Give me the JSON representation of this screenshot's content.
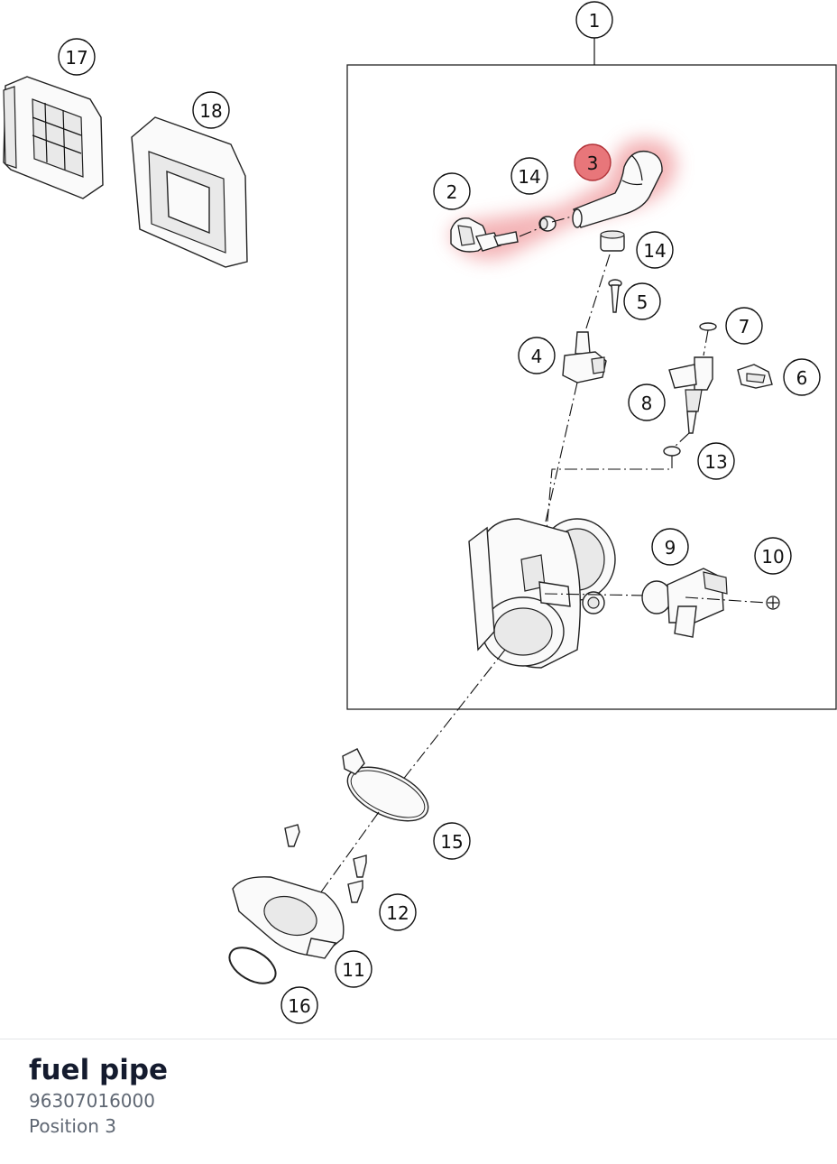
{
  "part": {
    "name": "fuel pipe",
    "number": "96307016000",
    "position": "Position 3"
  },
  "diagram": {
    "highlight_color": "#e8767a",
    "callouts": [
      {
        "id": "1",
        "label": "1",
        "active": false
      },
      {
        "id": "2",
        "label": "2",
        "active": false
      },
      {
        "id": "3",
        "label": "3",
        "active": true
      },
      {
        "id": "4",
        "label": "4",
        "active": false
      },
      {
        "id": "5",
        "label": "5",
        "active": false
      },
      {
        "id": "6",
        "label": "6",
        "active": false
      },
      {
        "id": "7",
        "label": "7",
        "active": false
      },
      {
        "id": "8",
        "label": "8",
        "active": false
      },
      {
        "id": "9",
        "label": "9",
        "active": false
      },
      {
        "id": "10",
        "label": "10",
        "active": false
      },
      {
        "id": "11",
        "label": "11",
        "active": false
      },
      {
        "id": "12",
        "label": "12",
        "active": false
      },
      {
        "id": "13",
        "label": "13",
        "active": false
      },
      {
        "id": "14a",
        "label": "14",
        "active": false
      },
      {
        "id": "14b",
        "label": "14",
        "active": false
      },
      {
        "id": "15",
        "label": "15",
        "active": false
      },
      {
        "id": "16",
        "label": "16",
        "active": false
      },
      {
        "id": "17",
        "label": "17",
        "active": false
      },
      {
        "id": "18",
        "label": "18",
        "active": false
      }
    ]
  }
}
